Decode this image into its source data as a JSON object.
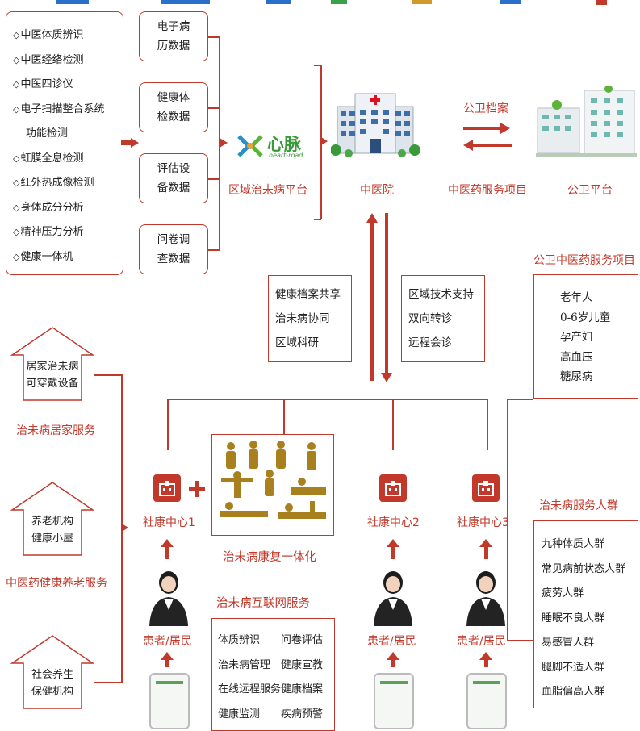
{
  "devices": [
    "中医体质辨识",
    "中医经络检测",
    "中医四诊仪",
    "电子扫描整合系统",
    "功能检测",
    "虹膜全息检测",
    "红外热成像检测",
    "身体成分分析",
    "精神压力分析",
    "健康一体机"
  ],
  "data_boxes": [
    "电子病\n历数据",
    "健康体\n检数据",
    "评估设\n备数据",
    "问卷调\n查数据"
  ],
  "logo": {
    "name": "心脉",
    "sub": "heart-road"
  },
  "platform_label": "区域治未病平台",
  "hospital_label": "中医院",
  "archive_label": "公卫档案",
  "tcm_service_label": "中医药服务项目",
  "public_platform_label": "公卫平台",
  "left_mid": [
    "健康档案共享",
    "治未病协同",
    "区域科研"
  ],
  "right_mid": [
    "区域技术支持",
    "双向转诊",
    "远程会诊"
  ],
  "public_service_title": "公卫中医药服务项目",
  "public_service_items": [
    "老年人",
    "0-6岁儿童",
    "孕产妇",
    "高血压",
    "糖尿病"
  ],
  "houses": [
    "居家治未病\n可穿戴设备",
    "养老机构\n健康小屋",
    "社会养生\n保健机构"
  ],
  "home_service_label": "治未病居家服务",
  "elderly_service_label": "中医药健康养老服务",
  "centers": [
    "社康中心1",
    "社康中心2",
    "社康中心3"
  ],
  "rehab_label": "治未病康复一体化",
  "internet_label": "治未病互联网服务",
  "internet_items": [
    [
      "体质辨识",
      "问卷评估"
    ],
    [
      "治未病管理",
      "健康宣教"
    ],
    [
      "在线远程服务",
      "健康档案"
    ],
    [
      "健康监测",
      "疾病预警"
    ]
  ],
  "patient_label": "患者/居民",
  "crowd_title": "治未病服务人群",
  "crowd_items": [
    "九种体质人群",
    "常见病前状态人群",
    "疲劳人群",
    "睡眠不良人群",
    "易感冒人群",
    "腿脚不适人群",
    "血脂偏高人群"
  ]
}
